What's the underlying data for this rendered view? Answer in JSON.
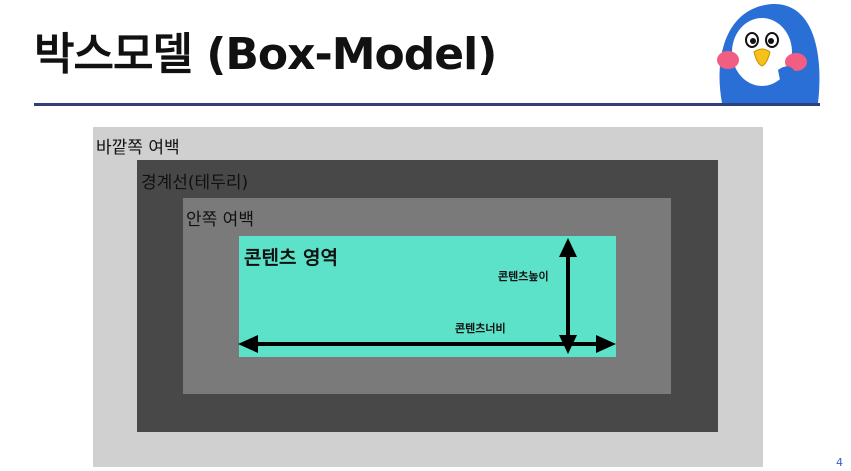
{
  "title": "박스모델 (Box-Model)",
  "labels": {
    "margin": "바깥쪽 여백",
    "border": "경계선(테두리)",
    "padding": "안쪽 여백",
    "content": "콘텐츠 영역",
    "content_height": "콘텐츠높이",
    "content_width": "콘텐츠너비"
  },
  "page_number": "4",
  "colors": {
    "margin": "#d0d0d0",
    "border": "#484848",
    "padding": "#7a7a7a",
    "content": "#5ce2c9",
    "title_rule": "#2f3f7a"
  },
  "icons": [
    "penguin-mascot-icon"
  ]
}
